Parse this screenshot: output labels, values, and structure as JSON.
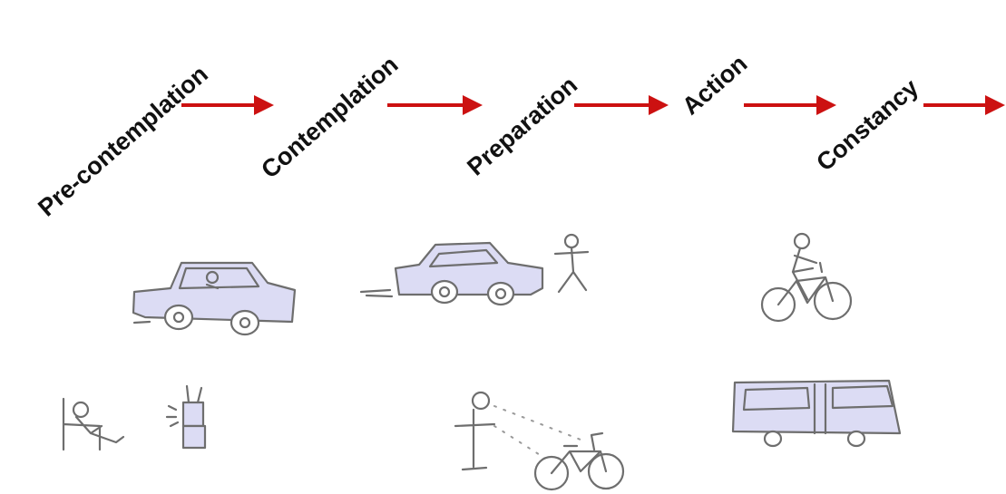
{
  "stages": [
    {
      "label": "Pre-contemplation"
    },
    {
      "label": "Contemplation"
    },
    {
      "label": "Preparation"
    },
    {
      "label": "Action"
    },
    {
      "label": "Constancy"
    }
  ],
  "colors": {
    "arrow": "#cc1111",
    "text": "#111111",
    "sketch_stroke": "#6e6e6e",
    "sketch_fill": "#dcdcf4"
  },
  "illustrations": [
    "car-with-driver-icon",
    "person-in-chair-icon",
    "television-icon",
    "parked-car-icon",
    "standing-person-icon",
    "person-looking-at-bicycle-icon",
    "bicycle-icon",
    "cyclist-icon",
    "bus-icon"
  ]
}
